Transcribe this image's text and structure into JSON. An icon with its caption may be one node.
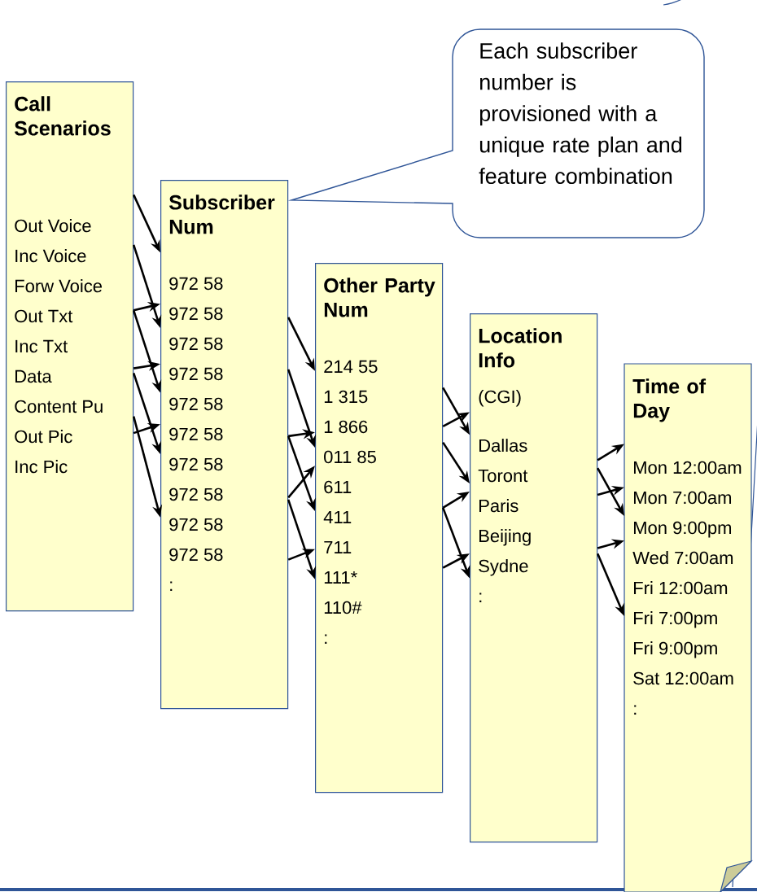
{
  "diagram": {
    "nodes": [
      {
        "text": [
          "Call Scenarios",
          "Out Voice",
          "Inc Voice",
          "Forw Voice",
          "Out Txt",
          "Inc Txt",
          "Data",
          "Content Pu",
          "Out Pic",
          "Inc Pic"
        ]
      },
      {
        "text": [
          "Subscriber Num",
          "972 58",
          "972 58",
          "972 58",
          "972 58",
          "972 58",
          "972 58",
          "972 58",
          "972 58",
          "972 58",
          "972 58",
          ":"
        ]
      },
      {
        "text": [
          "Other Party Num",
          "214 55",
          "1 315",
          "1 866",
          "011 85",
          "611",
          "411",
          "711",
          "111*",
          "110#",
          ":"
        ]
      },
      {
        "text": [
          "Location Info",
          "(CGI)",
          "Dallas",
          "Toront",
          "Paris",
          "Beijing",
          "Sydne",
          ":"
        ]
      },
      {
        "text": [
          "Time of Day",
          "Mon 12:00am",
          "Mon 7:00am",
          "Mon 9:00pm",
          "Wed 7:00am",
          "Fri 12:00am",
          "Fri 7:00pm",
          "Fri 9:00pm",
          "Sat 12:00am",
          ":"
        ]
      },
      {
        "text": [
          "Each subscriber number is provisioned with a unique rate plan and feature combination"
        ]
      }
    ],
    "edges": [
      {
        "from": 0,
        "to": 1,
        "arrow": "to"
      },
      {
        "from": 0,
        "to": 1,
        "arrow": "to"
      },
      {
        "from": 0,
        "to": 1,
        "arrow": "to"
      },
      {
        "from": 0,
        "to": 1,
        "arrow": "to"
      },
      {
        "from": 0,
        "to": 1,
        "arrow": "to"
      },
      {
        "from": 0,
        "to": 1,
        "arrow": "to"
      },
      {
        "from": 0,
        "to": 1,
        "arrow": "to"
      },
      {
        "from": 0,
        "to": 1,
        "arrow": "to"
      },
      {
        "from": 1,
        "to": 2,
        "arrow": "to"
      },
      {
        "from": 1,
        "to": 2,
        "arrow": "to"
      },
      {
        "from": 1,
        "to": 2,
        "arrow": "to"
      },
      {
        "from": 1,
        "to": 2,
        "arrow": "to"
      },
      {
        "from": 1,
        "to": 2,
        "arrow": "to"
      },
      {
        "from": 1,
        "to": 2,
        "arrow": "to"
      },
      {
        "from": 1,
        "to": 2,
        "arrow": "to"
      },
      {
        "from": 2,
        "to": 3,
        "arrow": "to"
      },
      {
        "from": 2,
        "to": 3,
        "arrow": "to"
      },
      {
        "from": 2,
        "to": 3,
        "arrow": "to"
      },
      {
        "from": 2,
        "to": 3,
        "arrow": "to"
      },
      {
        "from": 2,
        "to": 3,
        "arrow": "to"
      },
      {
        "from": 2,
        "to": 3,
        "arrow": "to"
      },
      {
        "from": 3,
        "to": 4,
        "arrow": "to"
      },
      {
        "from": 3,
        "to": 4,
        "arrow": "to"
      },
      {
        "from": 3,
        "to": 4,
        "arrow": "to"
      },
      {
        "from": 3,
        "to": 4,
        "arrow": "to"
      },
      {
        "from": 3,
        "to": 4,
        "arrow": "to"
      }
    ]
  }
}
